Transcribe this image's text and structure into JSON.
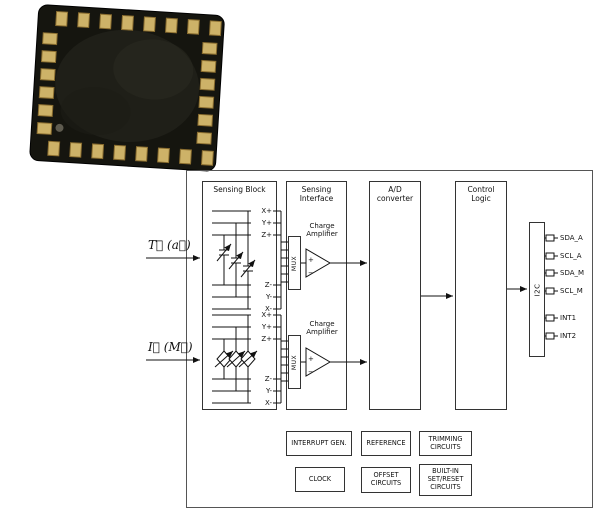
{
  "figure": {
    "inputs": {
      "accel": "T⃗ (a⃗)",
      "mag": "I⃗ (M⃗)"
    },
    "blocks": {
      "sensing_block": "Sensing Block",
      "sensing_interface": "Sensing\nInterface",
      "mux": "MUX",
      "charge_amplifier": "Charge\nAmplifier",
      "adc": "A/D\nconverter",
      "control_logic": "Control\nLogic",
      "i2c": "I2C",
      "amp_plus": "+",
      "amp_minus": "−"
    },
    "electrodes": [
      "X+",
      "Y+",
      "Z+",
      "Z-",
      "Y-",
      "X-"
    ],
    "outputs": [
      "SDA_A",
      "SCL_A",
      "SDA_M",
      "SCL_M",
      "INT1",
      "INT2"
    ],
    "support_blocks": [
      "INTERRUPT GEN.",
      "REFERENCE",
      "TRIMMING\nCIRCUITS",
      "CLOCK",
      "OFFSET\nCIRCUITS",
      "BUILT-IN\nSET/RESET\nCIRCUITS"
    ]
  }
}
